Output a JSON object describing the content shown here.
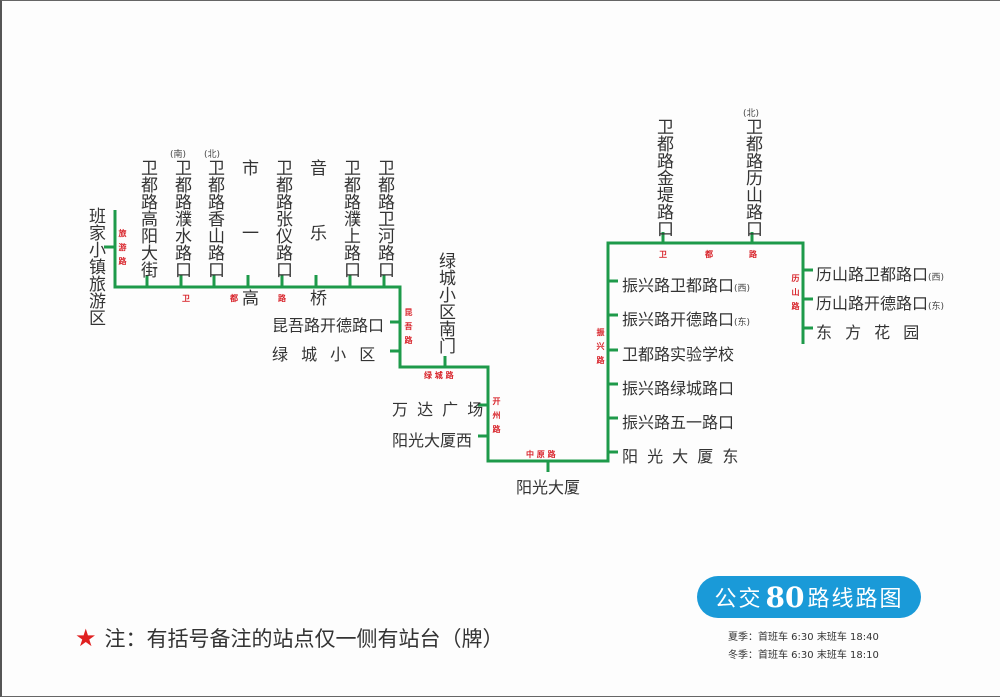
{
  "map": {
    "route_color": "#1e9a4a",
    "road_label_color": "#d8232a",
    "top_stops": [
      {
        "name": "卫都路高阳大街",
        "note": ""
      },
      {
        "name": "卫都路濮水路口",
        "note": "(南)"
      },
      {
        "name": "卫都路香山路口",
        "note": "(北)"
      },
      {
        "name": "市 一 高",
        "note": ""
      },
      {
        "name": "卫都路张仪路口",
        "note": ""
      },
      {
        "name": "音 乐 桥",
        "note": ""
      },
      {
        "name": "卫都路濮上路口",
        "note": ""
      },
      {
        "name": "卫都路卫河路口",
        "note": ""
      }
    ],
    "start_stop": "班家小镇旅游区",
    "left_mid_stops": [
      {
        "name": "昆吾路开德路口"
      },
      {
        "name": "绿 城 小 区"
      }
    ],
    "green_city_south_gate": "绿城小区南门",
    "kaizhou_stops": [
      {
        "name": "万 达 广 场"
      },
      {
        "name": "阳光大厦西"
      }
    ],
    "bottom_stop": "阳光大厦",
    "zhenxing_stops": [
      {
        "name": "振兴路卫都路口",
        "note": "(西)"
      },
      {
        "name": "振兴路开德路口",
        "note": "(东)"
      },
      {
        "name": "卫都路实验学校",
        "note": ""
      },
      {
        "name": "振兴路绿城路口",
        "note": ""
      },
      {
        "name": "振兴路五一路口",
        "note": ""
      },
      {
        "name": "阳 光 大 厦 东",
        "note": ""
      }
    ],
    "right_top_stops": [
      {
        "name": "卫都路金堤路口",
        "note": ""
      },
      {
        "name": "卫都路历山路口",
        "note": "(北)"
      }
    ],
    "lishan_stops": [
      {
        "name": "历山路卫都路口",
        "note": "(西)"
      },
      {
        "name": "历山路开德路口",
        "note": "(东)"
      },
      {
        "name": "东 方 花 园",
        "note": ""
      }
    ],
    "road_labels": {
      "tourism_road": "旅游路",
      "weidu_road_west": [
        "卫",
        "都",
        "路"
      ],
      "kunwu_road": "昆吾路",
      "lvcheng_road": "绿 城 路",
      "kaizhou_road": "开州路",
      "zhongyuan_road": "中 原 路",
      "zhenxing_road": "振兴路",
      "weidu_road_east": [
        "卫",
        "都",
        "路"
      ],
      "lishan_road": "历山路"
    }
  },
  "title": {
    "prefix": "公交",
    "number": "80",
    "suffix": "路线路图",
    "bg_color": "#1a9ad8"
  },
  "schedule": {
    "summer": "夏季：首班车 6:30  末班车 18:40",
    "winter": "冬季：首班车 6:30  末班车 18:10"
  },
  "note": {
    "icon": "star-icon",
    "text": "注：有括号备注的站点仅一侧有站台（牌）"
  }
}
